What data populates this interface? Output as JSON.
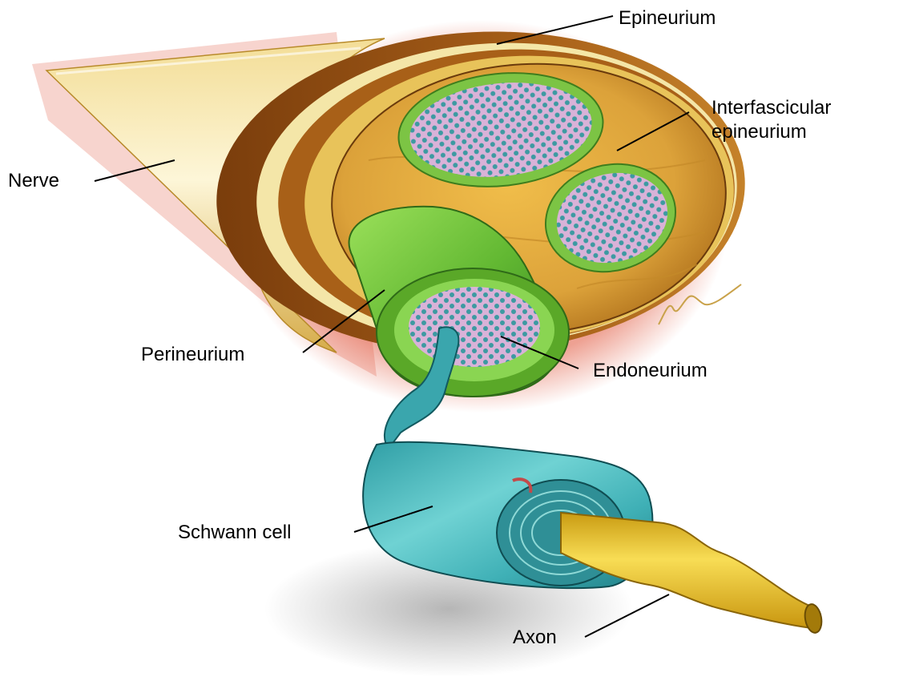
{
  "labels": {
    "epineurium": "Epineurium",
    "interfascicular_line1": "Interfascicular",
    "interfascicular_line2": "epineurium",
    "nerve": "Nerve",
    "perineurium": "Perineurium",
    "endoneurium": "Endoneurium",
    "schwann_cell": "Schwann cell",
    "axon": "Axon"
  },
  "colors": {
    "nerve_sheath": "#e9c870",
    "epineurium": "#d9a53a",
    "epineurium_dark": "#8a4e10",
    "perineurium": "#6fc23a",
    "fascicle_fill": "#d9b2d8",
    "axon_dots": "#3d9aa2",
    "schwann_cell": "#4fb7bd",
    "axon": "#efc628",
    "glow": "#e0543a"
  }
}
